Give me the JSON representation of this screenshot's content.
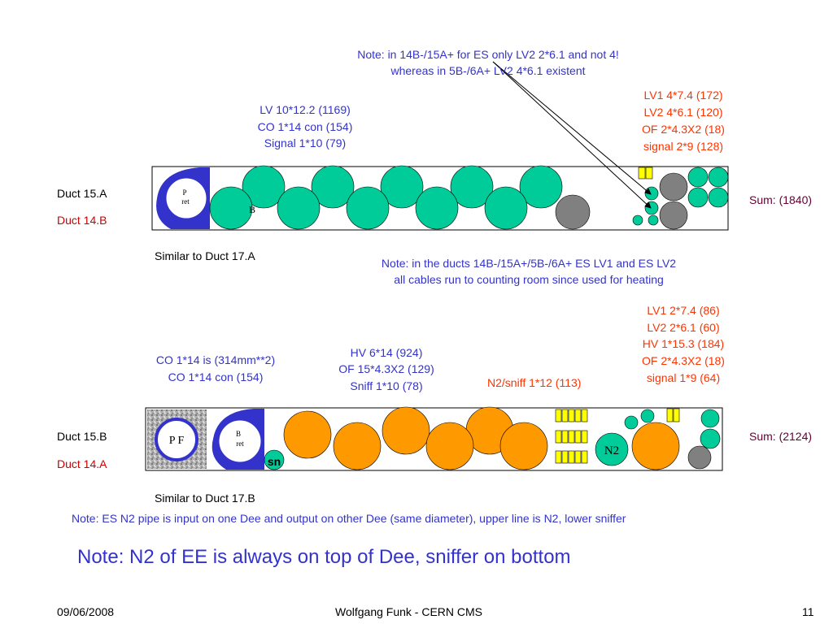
{
  "notes": {
    "top_line1": "Note: in 14B-/15A+ for ES only LV2 2*6.1 and not 4!",
    "top_line2": "whereas in 5B-/6A+ LV2 4*6.1 existent",
    "middle_line1": "Note: in the ducts 14B-/15A+/5B-/6A+ ES LV1 and ES LV2",
    "middle_line2": "all cables run to counting room since used for heating",
    "n2_pipe": "Note: ES N2 pipe is input on one Dee and output on other Dee (same diameter), upper line is N2, lower sniffer",
    "big": "Note: N2 of EE is always on top of Dee, sniffer on bottom"
  },
  "duct1": {
    "left_label_1": "Duct 15.A",
    "left_label_2": "Duct 14.B",
    "similar": "Similar to Duct 17.A",
    "sum": "Sum: (1840)",
    "blue_spec": [
      "LV 10*12.2 (1169)",
      "CO 1*14 con (154)",
      "Signal 1*10 (79)"
    ],
    "red_spec": [
      "LV1  4*7.4 (172)",
      "LV2  4*6.1 (120)",
      "OF 2*4.3X2 (18)",
      "signal 2*9 (128)"
    ],
    "pipe_label_1": "P",
    "pipe_label_2": "ret",
    "small_label": "B"
  },
  "duct2": {
    "left_label_1": "Duct 15.B",
    "left_label_2": "Duct 14.A",
    "similar": "Similar to Duct 17.B",
    "sum": "Sum: (2124)",
    "blue_spec_a": [
      "CO 1*14 is (314mm**2)",
      "CO 1*14 con (154)"
    ],
    "blue_spec_b": [
      "HV 6*14 (924)",
      "OF 15*4.3X2 (129)",
      "Sniff 1*10 (78)"
    ],
    "orange_spec": "N2/sniff 1*12 (113)",
    "red_spec": [
      "LV1 2*7.4 (86)",
      "LV2  2*6.1 (60)",
      "HV 1*15.3 (184)",
      "OF 2*4.3X2 (18)",
      "signal 1*9 (64)"
    ],
    "pf_label": "P F",
    "pipe_label_1": "B",
    "pipe_label_2": "ret",
    "sn_label": "sn",
    "n2_label": "N2"
  },
  "footer": {
    "date": "09/06/2008",
    "author": "Wolfgang Funk - CERN  CMS",
    "page": "11"
  },
  "colors": {
    "teal": "#00cc99",
    "orange": "#ff9900",
    "gray": "#808080",
    "yellow": "#ffff00",
    "blue_pipe": "#3333cc",
    "text_blue": "#3333cc",
    "text_red": "#ff3300"
  }
}
